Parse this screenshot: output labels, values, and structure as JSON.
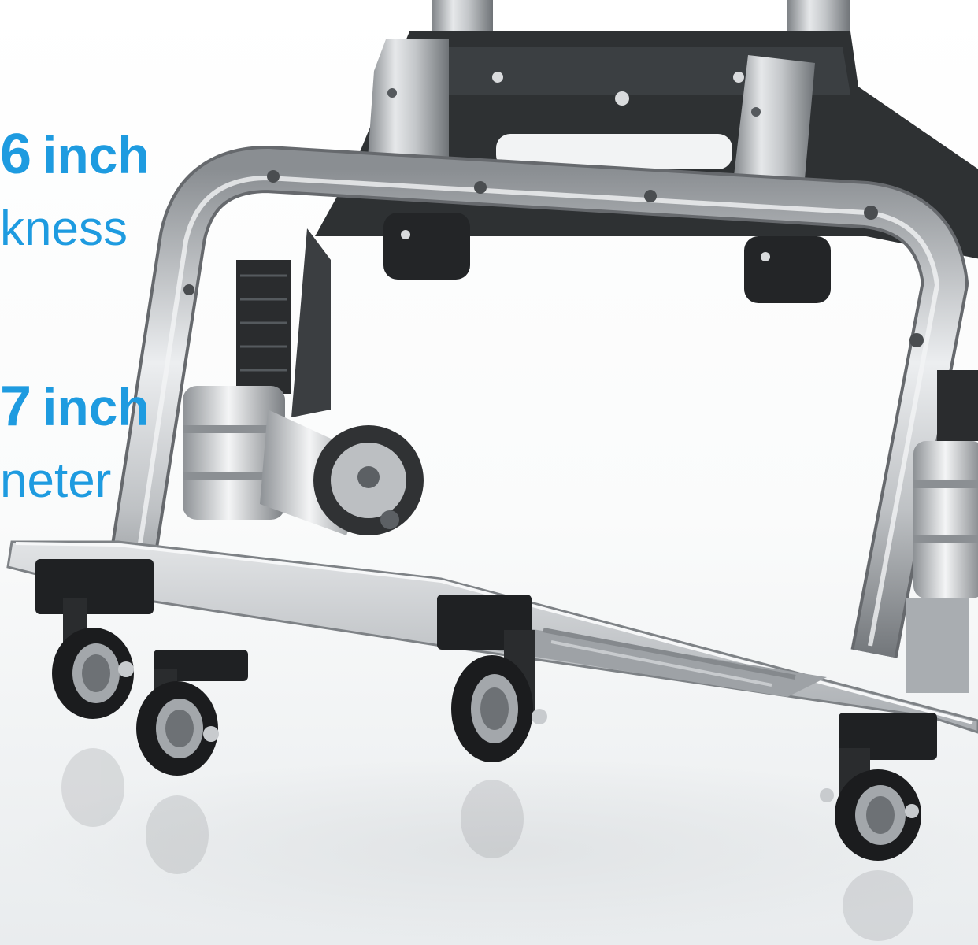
{
  "specs": {
    "thickness": {
      "value": "6",
      "unit": "inch",
      "caption": "kness"
    },
    "diameter": {
      "value": "7",
      "unit": "inch",
      "caption": "neter"
    }
  },
  "colors": {
    "accent_text": "#1e9be0",
    "frame_silver": "#b9bcbf",
    "plastic_dark": "#2d2f31",
    "background": "#ffffff"
  }
}
